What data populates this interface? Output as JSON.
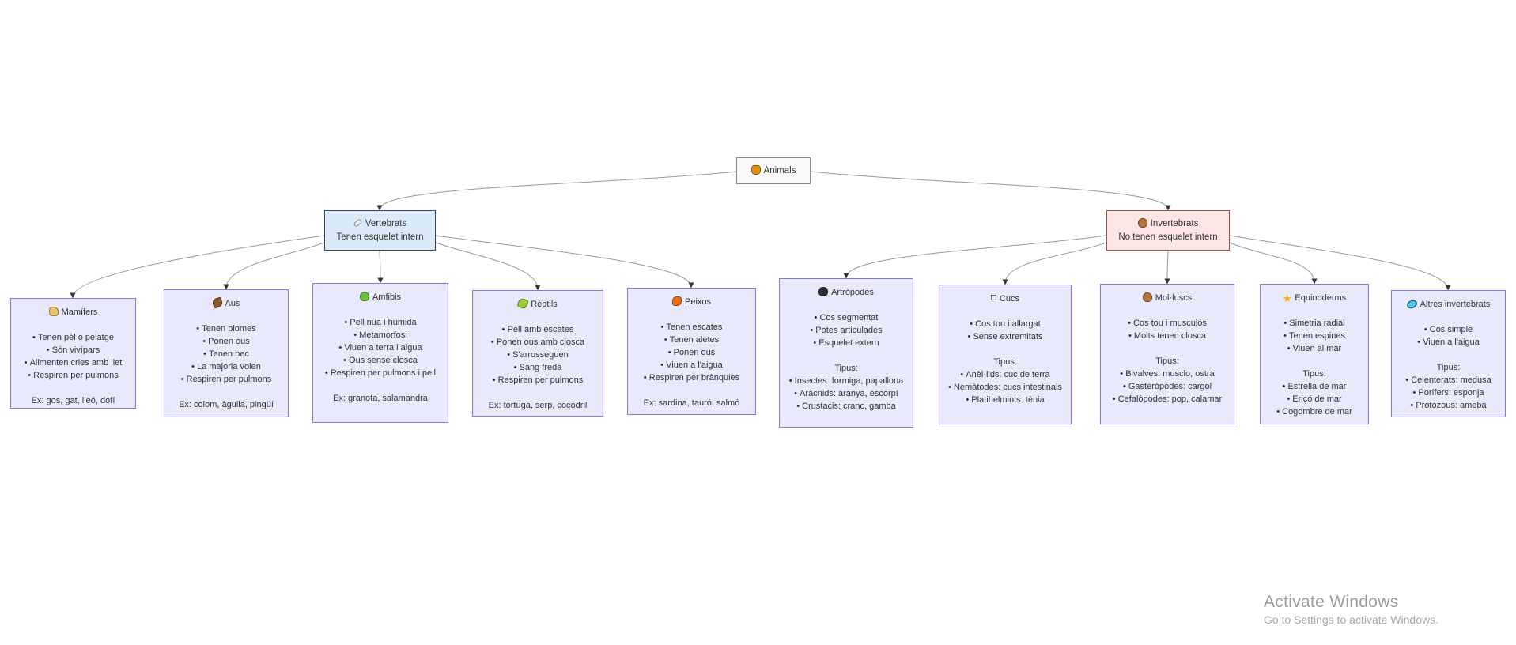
{
  "colors": {
    "edge": "#999999",
    "arrow": "#333333",
    "text": "#333333",
    "leaf_fill": "#e9e9fc",
    "leaf_border": "#9370db",
    "vertebrate_fill": "#daeaf8",
    "vertebrate_border": "#36465d",
    "invertebrate_fill": "#fbe5e5",
    "invertebrate_border": "#9e4a4a",
    "root_fill": "#f9f9f9",
    "root_border": "#888888"
  },
  "watermark": {
    "line1": "Activate Windows",
    "line2": "Go to Settings to activate Windows."
  },
  "diagram": {
    "nodes": [
      {
        "id": "animals",
        "style": "root",
        "icon": "ox-face-icon",
        "title": "Animals"
      },
      {
        "id": "vertebrats",
        "style": "blue",
        "icon": "bone-icon",
        "title": "Vertebrats",
        "subtitle": "Tenen esquelet intern"
      },
      {
        "id": "invertebrats",
        "style": "pink",
        "icon": "snail-icon",
        "title": "Invertebrats",
        "subtitle": "No tenen esquelet intern"
      },
      {
        "id": "mamifers",
        "style": "leaf",
        "icon": "dog-icon",
        "title": "Mamífers",
        "bullets": [
          "Tenen pèl o pelatge",
          "Són vivípars",
          "Alimenten cries amb llet",
          "Respiren per pulmons"
        ],
        "example": "Ex: gos, gat, lleó, dofí"
      },
      {
        "id": "aus",
        "style": "leaf",
        "icon": "eagle-icon",
        "title": "Aus",
        "bullets": [
          "Tenen plomes",
          "Ponen ous",
          "Tenen bec",
          "La majoria volen",
          "Respiren per pulmons"
        ],
        "example": "Ex: colom, àguila, pingüí"
      },
      {
        "id": "amfibis",
        "style": "leaf",
        "icon": "frog-icon",
        "title": "Amfibis",
        "bullets": [
          "Pell nua i humida",
          "Metamorfosi",
          "Viuen a terra i aigua",
          "Ous sense closca",
          "Respiren per pulmons i pell"
        ],
        "example": "Ex: granota, salamandra"
      },
      {
        "id": "reptils",
        "style": "leaf",
        "icon": "lizard-icon",
        "title": "Rèptils",
        "bullets": [
          "Pell amb escates",
          "Ponen ous amb closca",
          "S'arrosseguen",
          "Sang freda",
          "Respiren per pulmons"
        ],
        "example": "Ex: tortuga, serp, cocodril"
      },
      {
        "id": "peixos",
        "style": "leaf",
        "icon": "fish-icon",
        "title": "Peixos",
        "bullets": [
          "Tenen escates",
          "Tenen aletes",
          "Ponen ous",
          "Viuen a l'aigua",
          "Respiren per brànquies"
        ],
        "example": "Ex: sardina, tauró, salmó"
      },
      {
        "id": "artropodes",
        "style": "leaf",
        "icon": "spider-icon",
        "title": "Artròpodes",
        "bullets": [
          "Cos segmentat",
          "Potes articulades",
          "Esquelet extern"
        ],
        "tipus_label": "Tipus:",
        "tipus": [
          "Insectes: formiga, papallona",
          "Aràcnids: aranya, escorpí",
          "Crustacis: cranc, gamba"
        ]
      },
      {
        "id": "cucs",
        "style": "leaf",
        "icon": "missing-glyph-icon",
        "title": "Cucs",
        "bullets": [
          "Cos tou i allargat",
          "Sense extremitats"
        ],
        "tipus_label": "Tipus:",
        "tipus": [
          "Anèl·lids: cuc de terra",
          "Nemàtodes: cucs intestinals",
          "Platihelmints: tènia"
        ]
      },
      {
        "id": "molluscs",
        "style": "leaf",
        "icon": "snail-icon",
        "title": "Mol·luscs",
        "bullets": [
          "Cos tou i musculós",
          "Molts tenen closca"
        ],
        "tipus_label": "Tipus:",
        "tipus": [
          "Bivalves: musclo, ostra",
          "Gasteròpodes: cargol",
          "Cefalòpodes: pop, calamar"
        ]
      },
      {
        "id": "equinoderms",
        "style": "leaf",
        "icon": "star-icon",
        "title": "Equinoderms",
        "bullets": [
          "Simetria radial",
          "Tenen espines",
          "Viuen al mar"
        ],
        "tipus_label": "Tipus:",
        "tipus": [
          "Estrella de mar",
          "Eriçó de mar",
          "Cogombre de mar"
        ]
      },
      {
        "id": "altres",
        "style": "leaf",
        "icon": "blue-oval-icon",
        "title": "Altres invertebrats",
        "bullets": [
          "Cos simple",
          "Viuen a l'aigua"
        ],
        "tipus_label": "Tipus:",
        "tipus": [
          "Celenterats: medusa",
          "Porífers: esponja",
          "Protozous: ameba"
        ]
      }
    ]
  }
}
